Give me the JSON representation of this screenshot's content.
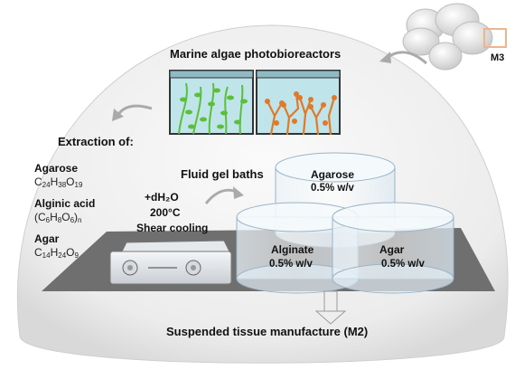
{
  "photobioreactor_title": "Marine algae photobioreactors",
  "extraction_heading": "Extraction of:",
  "compounds": [
    {
      "name": "Agarose",
      "formula_parts": [
        "C",
        "24",
        "H",
        "38",
        "O",
        "19"
      ]
    },
    {
      "name": "Alginic acid",
      "formula_parts": [
        "(C",
        "6",
        "H",
        "8",
        "O",
        "6",
        ")",
        "n"
      ]
    },
    {
      "name": "Agar",
      "formula_parts": [
        "C",
        "14",
        "H",
        "24",
        "O",
        "9"
      ]
    }
  ],
  "process_steps": [
    "+dH₂O",
    "200°C",
    "Shear cooling"
  ],
  "fluid_gel_title": "Fluid gel baths",
  "baths": [
    {
      "label": "Agarose",
      "conc": "0.5% w/v"
    },
    {
      "label": "Alginate",
      "conc": "0.5% w/v"
    },
    {
      "label": "Agar",
      "conc": "0.5% w/v"
    }
  ],
  "bottom_label": "Suspended tissue manufacture (M2)",
  "m3_label": "M3",
  "colors": {
    "dome_fill": "#f1f1f1",
    "platform": "#6f6f6f",
    "green_algae": "#5cbf3a",
    "orange_algae": "#e07a2a",
    "tank_water": "#bfe4ea",
    "m3_box": "#f0b48a"
  }
}
